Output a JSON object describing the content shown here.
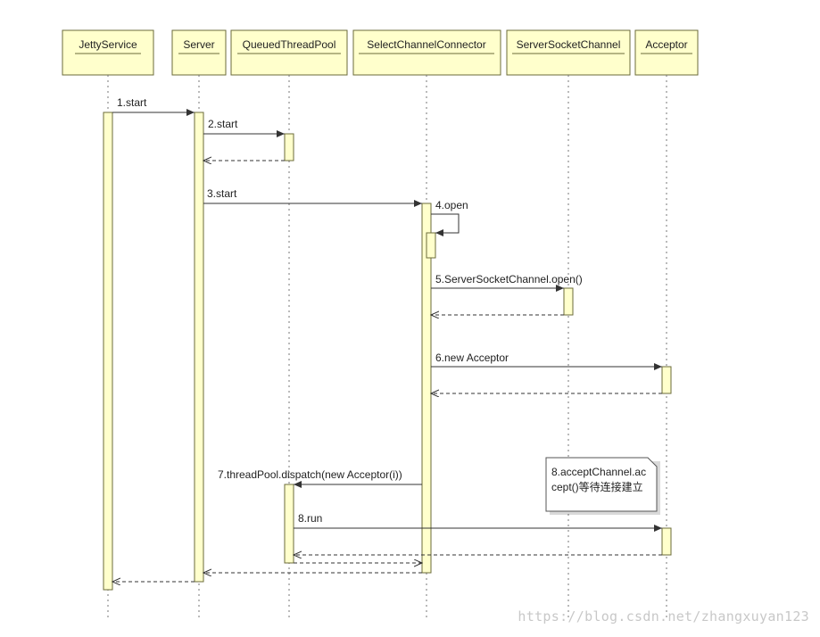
{
  "diagram": {
    "participants": [
      {
        "id": "jetty",
        "label": "JettyService"
      },
      {
        "id": "server",
        "label": "Server"
      },
      {
        "id": "pool",
        "label": "QueuedThreadPool"
      },
      {
        "id": "connector",
        "label": "SelectChannelConnector"
      },
      {
        "id": "ssc",
        "label": "ServerSocketChannel"
      },
      {
        "id": "acceptor",
        "label": "Acceptor"
      }
    ],
    "messages": [
      {
        "label": "1.start",
        "from": "jetty",
        "to": "server"
      },
      {
        "label": "2.start",
        "from": "server",
        "to": "pool"
      },
      {
        "label": "3.start",
        "from": "server",
        "to": "connector"
      },
      {
        "label": "4.open",
        "from": "connector",
        "to": "connector"
      },
      {
        "label": "5.ServerSocketChannel.open()",
        "from": "connector",
        "to": "ssc"
      },
      {
        "label": "6.new Acceptor",
        "from": "connector",
        "to": "acceptor"
      },
      {
        "label": "7.threadPool.dispatch(new Acceptor(i))",
        "from": "connector",
        "to": "pool"
      },
      {
        "label": "8.run",
        "from": "pool",
        "to": "acceptor"
      }
    ],
    "note": {
      "line1": "8.acceptChannel.ac",
      "line2": "cept()等待连接建立"
    },
    "colors": {
      "box_fill": "#ffffcc",
      "activation_fill": "#ffffcc",
      "stroke": "#6b6b3a",
      "arrow": "#333333",
      "text": "#222222"
    }
  },
  "watermark": "https://blog.csdn.net/zhangxuyan123"
}
